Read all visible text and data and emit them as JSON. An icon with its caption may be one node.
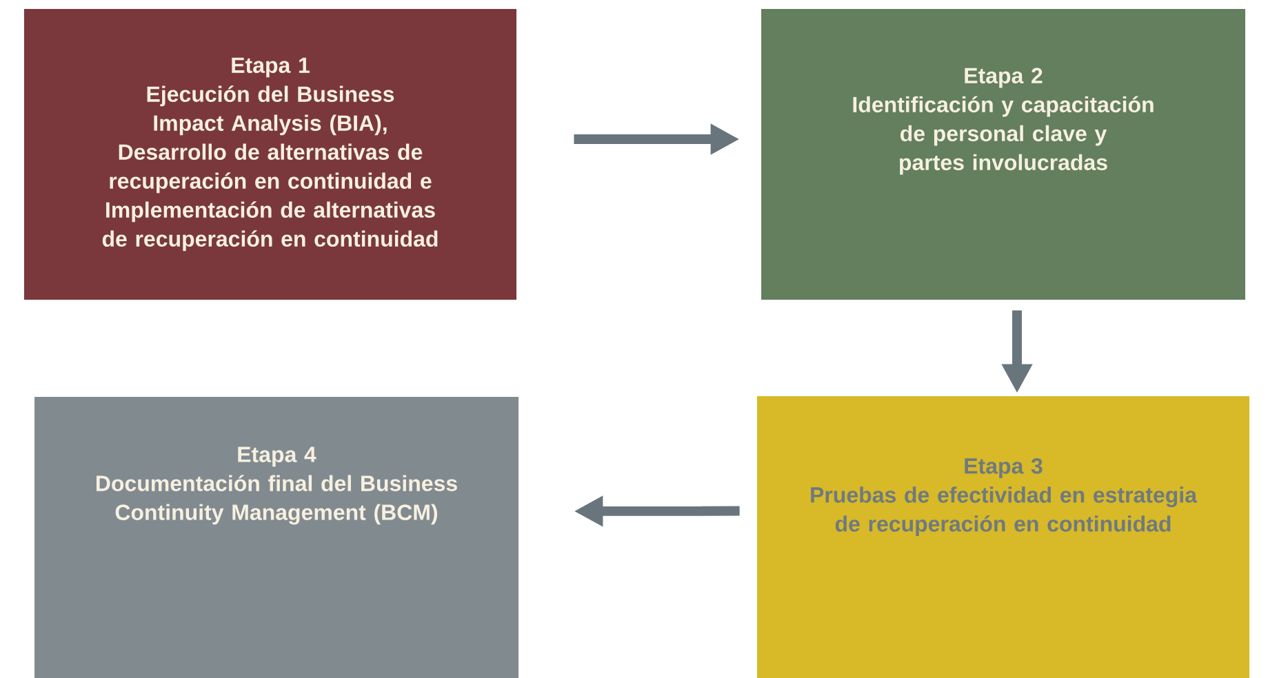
{
  "diagram": {
    "nodes": [
      {
        "text": [
          "Etapa 1",
          "Ejecución del Business Impact Analysis (BIA), Desarrollo de alternativas de recuperación en continuidad e Implementación de alternativas de recuperación en continuidad"
        ]
      },
      {
        "text": [
          "Etapa 2",
          "Identificación y capacitación de personal clave y partes involucradas"
        ]
      },
      {
        "text": [
          "Etapa 3",
          "Pruebas de efectividad en estrategia de recuperación en continuidad"
        ]
      },
      {
        "text": [
          "Etapa 4",
          "Documentación final del Business Continuity Management (BCM)"
        ]
      }
    ],
    "edges": [
      {
        "from": 0,
        "to": 1,
        "arrow": "to"
      },
      {
        "from": 1,
        "to": 2,
        "arrow": "to"
      },
      {
        "from": 2,
        "to": 3,
        "arrow": "to"
      }
    ]
  }
}
